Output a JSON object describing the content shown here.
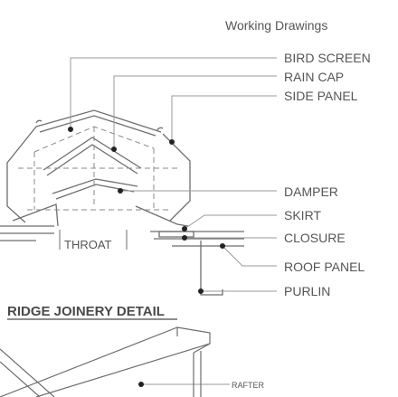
{
  "header": {
    "title": "Working Drawings"
  },
  "labels": {
    "bird_screen": "BIRD SCREEN",
    "rain_cap": "RAIN CAP",
    "side_panel": "SIDE PANEL",
    "damper": "DAMPER",
    "skirt": "SKIRT",
    "closure": "CLOSURE",
    "roof_panel": "ROOF PANEL",
    "purlin": "PURLIN",
    "throat": "THROAT",
    "rafter": "RAFTER"
  },
  "section": {
    "title": "RIDGE JOINERY DETAIL"
  },
  "colors": {
    "line": "#6e6e6e",
    "text": "#555555",
    "title": "#4a4a4a",
    "leader": "#9a9a9a"
  }
}
